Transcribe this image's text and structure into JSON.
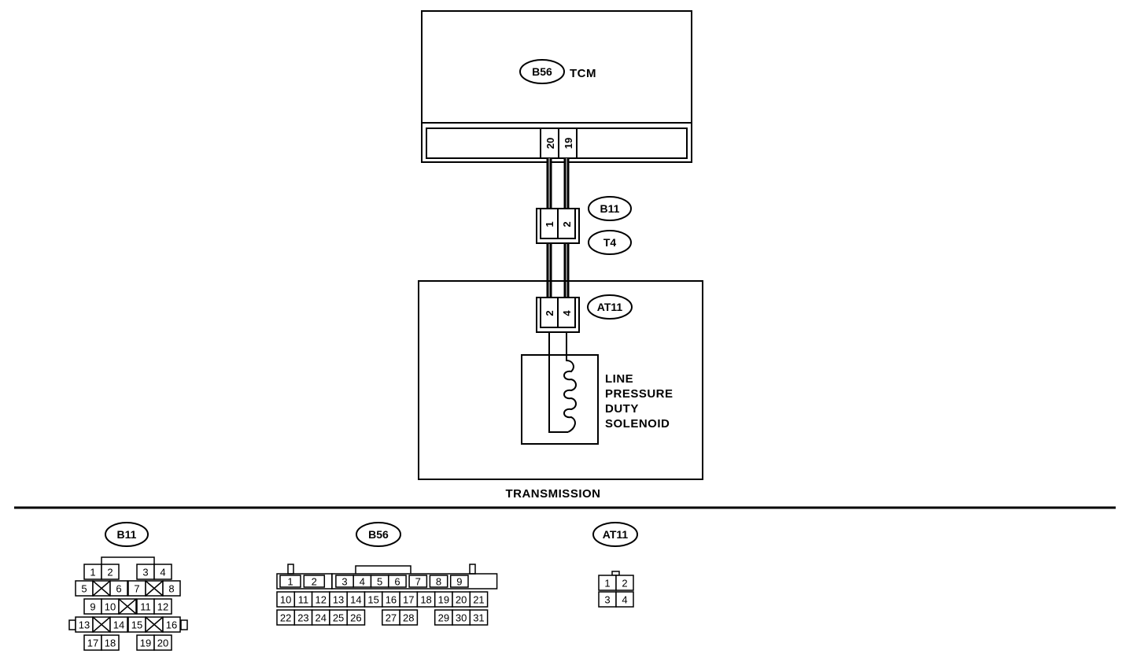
{
  "tcm": {
    "connector": "B56",
    "name": "TCM",
    "pins": [
      "20",
      "19"
    ]
  },
  "harness_connector": {
    "tag_top": "B11",
    "tag_bottom": "T4",
    "pins": [
      "1",
      "2"
    ]
  },
  "transmission": {
    "connector": "AT11",
    "pins": [
      "2",
      "4"
    ],
    "solenoid_label": [
      "LINE",
      "PRESSURE",
      "DUTY",
      "SOLENOID"
    ],
    "label": "TRANSMISSION"
  },
  "connector_views": {
    "b11": {
      "tag": "B11",
      "pins": [
        "1",
        "2",
        "3",
        "4",
        "5",
        "6",
        "7",
        "8",
        "9",
        "10",
        "11",
        "12",
        "13",
        "14",
        "15",
        "16",
        "17",
        "18",
        "19",
        "20"
      ]
    },
    "b56": {
      "tag": "B56",
      "pins": [
        "1",
        "2",
        "3",
        "4",
        "5",
        "6",
        "7",
        "8",
        "9",
        "10",
        "11",
        "12",
        "13",
        "14",
        "15",
        "16",
        "17",
        "18",
        "19",
        "20",
        "21",
        "22",
        "23",
        "24",
        "25",
        "26",
        "27",
        "28",
        "29",
        "30",
        "31"
      ]
    },
    "at11": {
      "tag": "AT11",
      "pins": [
        "1",
        "2",
        "3",
        "4"
      ]
    }
  }
}
